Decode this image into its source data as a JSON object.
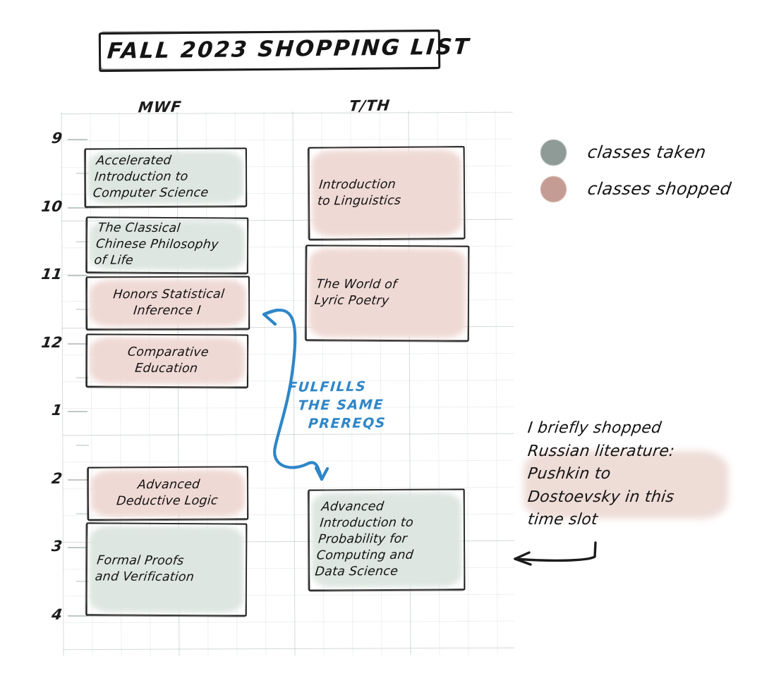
{
  "page": {
    "title": "FALL 2023 SHOPPING LIST",
    "background_color": "#ffffff",
    "grid_color": "#c5d2d2"
  },
  "columns": [
    {
      "id": "mwf",
      "label": "MWF"
    },
    {
      "id": "tth",
      "label": "T/TH"
    }
  ],
  "time_axis": {
    "labels": [
      "9",
      "10",
      "11",
      "12",
      "1",
      "2",
      "3",
      "4"
    ]
  },
  "legend": {
    "items": [
      {
        "key": "taken",
        "label": "classes taken",
        "color": "#8f9b97",
        "dot": "filled-circle-icon"
      },
      {
        "key": "shopped",
        "label": "classes shopped",
        "color": "#c59c93",
        "dot": "filled-circle-icon"
      }
    ]
  },
  "colors": {
    "taken_fill": "#dde6e1",
    "shopped_fill": "#efd9d4",
    "ink": "#1b1b1b",
    "annotation_blue": "#2e86c8",
    "highlight_pink": "#eedcd7"
  },
  "schedule": {
    "mwf": [
      {
        "title": "Accelerated\nIntroduction to\nComputer Science",
        "status": "taken",
        "start": "9",
        "end": "10"
      },
      {
        "title": "The Classical\nChinese Philosophy\nof Life",
        "status": "taken",
        "start": "10",
        "end": "11"
      },
      {
        "title": "Honors Statistical\nInference I",
        "status": "shopped",
        "start": "11",
        "end": "12"
      },
      {
        "title": "Comparative\nEducation",
        "status": "shopped",
        "start": "12",
        "end": "1"
      },
      {
        "title": "Advanced\nDeductive Logic",
        "status": "shopped",
        "start": "2",
        "end": "3"
      },
      {
        "title": "Formal Proofs\nand Verification",
        "status": "taken",
        "start": "3",
        "end": "4"
      }
    ],
    "tth": [
      {
        "title": "Introduction\nto Linguistics",
        "status": "shopped",
        "start": "9",
        "end": "10"
      },
      {
        "title": "The World of\nLyric Poetry",
        "status": "shopped",
        "start": "10",
        "end": "11"
      },
      {
        "title": "Advanced\nIntroduction to\nProbability for\nComputing and\nData Science",
        "status": "taken",
        "start": "3",
        "end": "4"
      }
    ]
  },
  "annotations": {
    "prereq_note": "FULFILLS\n  THE SAME\n    PREREQS",
    "prereq_arrow": "double-headed-curved-arrow-icon",
    "shopped_note_lines": [
      "I briefly shopped",
      "Russian literature:",
      "Pushkin to",
      "Dostoevsky in this",
      "time slot"
    ],
    "shopped_note_arrow": "left-arrow-icon"
  }
}
